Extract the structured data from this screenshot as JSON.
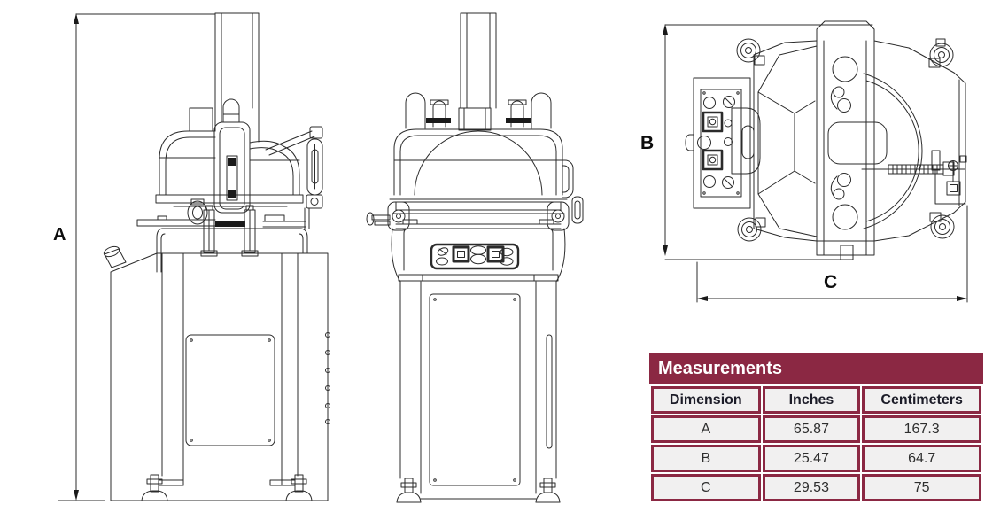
{
  "dimensions": {
    "a": "A",
    "b": "B",
    "c": "C"
  },
  "table": {
    "title": "Measurements",
    "columns": [
      "Dimension",
      "Inches",
      "Centimeters"
    ],
    "rows": [
      [
        "A",
        "65.87",
        "167.3"
      ],
      [
        "B",
        "25.47",
        "64.7"
      ],
      [
        "C",
        "29.53",
        "75"
      ]
    ]
  },
  "drawing": {
    "views": [
      "machine-side-view",
      "machine-front-view",
      "machine-top-view"
    ],
    "dimension_marks": [
      "A",
      "B",
      "C"
    ]
  },
  "colors": {
    "maroon": "#8b2843",
    "line_art": "#2b2b2b",
    "cell_background": "#f1f0f0",
    "page_background": "#ffffff",
    "table_header_text": "#ffffff"
  }
}
